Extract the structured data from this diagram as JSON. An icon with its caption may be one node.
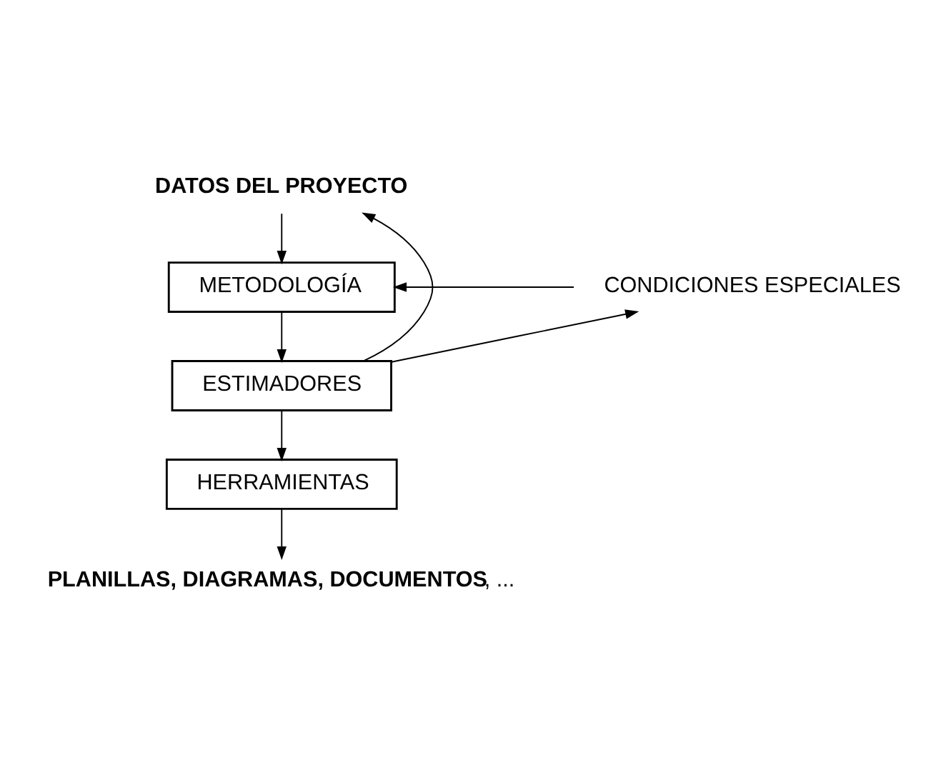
{
  "diagram": {
    "nodes": [
      {
        "text": [
          "DATOS DEL PROYECTO"
        ]
      },
      {
        "text": [
          "METODOLOGÍA"
        ]
      },
      {
        "text": [
          "CONDICIONES ESPECIALES"
        ]
      },
      {
        "text": [
          "ESTIMADORES"
        ]
      },
      {
        "text": [
          "HERRAMIENTAS"
        ]
      },
      {
        "text": [
          "**PLANILLAS, DIAGRAMAS, DOCUMENTOS**, ..."
        ]
      }
    ],
    "edges": [
      {
        "from": 0,
        "to": 1,
        "arrow": "to"
      },
      {
        "from": 2,
        "to": 1,
        "arrow": "to"
      },
      {
        "from": 1,
        "to": 3,
        "arrow": "to"
      },
      {
        "from": 3,
        "to": 0,
        "arrow": "to"
      },
      {
        "from": 3,
        "to": 2,
        "arrow": "to"
      },
      {
        "from": 3,
        "to": 4,
        "arrow": "to"
      },
      {
        "from": 4,
        "to": 5,
        "arrow": "to"
      }
    ]
  }
}
